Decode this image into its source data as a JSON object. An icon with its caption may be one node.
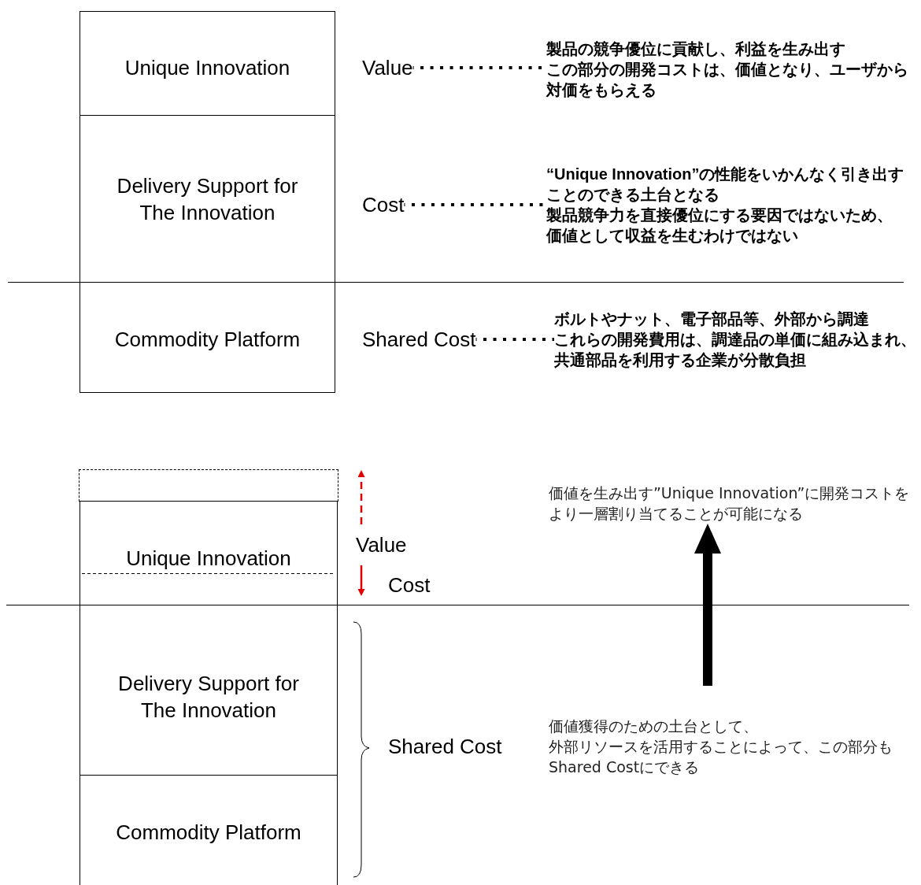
{
  "diagram": {
    "nodes": [
      {
        "text": [
          "Unique Innovation"
        ]
      },
      {
        "text": [
          "Delivery Support for The Innovation"
        ]
      },
      {
        "text": [
          "Commodity Platform"
        ]
      },
      {
        "text": [
          "Value"
        ]
      },
      {
        "text": [
          "製品の競争優位に貢献し、利益を生み出す",
          "この部分の開発コストは、価値となり、ユーザから対価をもらえる"
        ]
      },
      {
        "text": [
          "Cost"
        ]
      },
      {
        "text": [
          "“Unique Innovation”の性能をいかんなく引き出すことのできる土台となる",
          "製品競争力を直接優位にする要因ではないため、価値として収益を生むわけではない"
        ]
      },
      {
        "text": [
          "Shared Cost"
        ]
      },
      {
        "text": [
          "ボルトやナット、電子部品等、外部から調達",
          "これらの開発費用は、調達品の単価に組み込まれ、共通部品を利用する企業が分散負担"
        ]
      },
      {
        "text": [],
        "shape": "box"
      },
      {
        "text": [
          "Unique Innovation"
        ]
      },
      {
        "text": [
          "Delivery Support for The Innovation"
        ]
      },
      {
        "text": [
          "Commodity Platform"
        ]
      },
      {
        "text": [
          "価値を生み出す”Unique Innovation”に開発コストをより一層割り当てることが可能になる"
        ]
      },
      {
        "text": [
          "価値獲得のための土台として、",
          "外部リソースを活用することによって、この部分もShared Costにできる"
        ]
      }
    ],
    "edges": [
      {
        "from": 3,
        "to": 4,
        "arrow": "none",
        "style": "dashed"
      },
      {
        "from": 5,
        "to": 6,
        "arrow": "none",
        "style": "dashed"
      },
      {
        "from": 7,
        "to": 8,
        "arrow": "none",
        "style": "dashed"
      },
      {
        "from": 14,
        "to": 13,
        "arrow": "to",
        "style": "thick"
      }
    ],
    "labels": [
      "Value",
      "Cost",
      "Shared Cost"
    ]
  }
}
